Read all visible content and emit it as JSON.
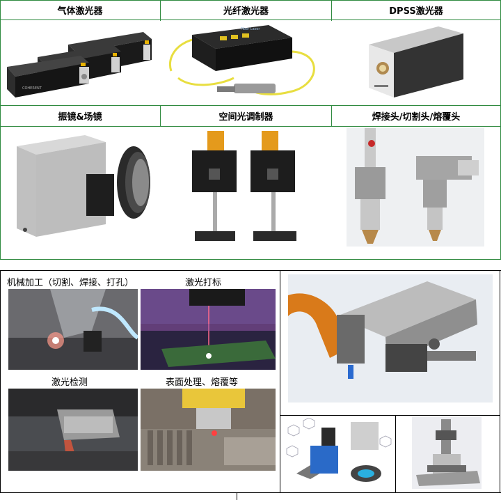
{
  "top_grid": {
    "headers": [
      "气体激光器",
      "光纤激光器",
      "DPSS激光器",
      "振镜&场镜",
      "空间光调制器",
      "焊接头/切割头/熔覆头"
    ],
    "accent_color": "#2f8a3f"
  },
  "applications": {
    "labels": [
      "机械加工（切割、焊接、打孔）",
      "激光打标",
      "激光检测",
      "表面处理、熔覆等"
    ]
  }
}
